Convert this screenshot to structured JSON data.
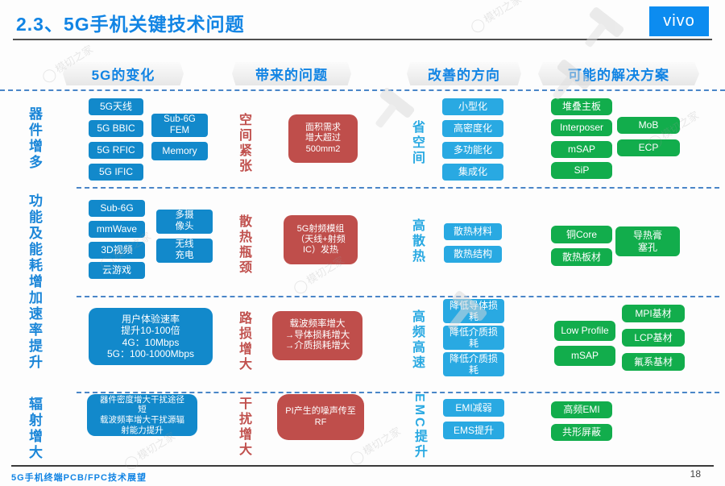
{
  "title": "2.3、5G手机关键技术问题",
  "logo_text": "vivo",
  "footer_text": "5G手机终端PCB/FPC技术展望",
  "page_number": "18",
  "watermark_text": "模切之家",
  "colors": {
    "accent_blue": "#1184e4",
    "box_blue": "#1289cb",
    "box_light_blue": "#29a9e2",
    "box_green": "#12ad4c",
    "box_red": "#bf4e4b",
    "label_red": "#c0504d"
  },
  "columns": [
    "5G的变化",
    "带来的问题",
    "改善的方向",
    "可能的解决方案"
  ],
  "rows": [
    {
      "side_label": "器件增多",
      "changes_col1": [
        "5G天线",
        "5G BBIC",
        "5G RFIC",
        "5G IFIC"
      ],
      "changes_col2": [
        "Sub-6G\nFEM",
        "Memory"
      ],
      "problem_label": "空间紧张",
      "problem_box": "面积需求\n增大超过\n500mm2",
      "direction_label": "省空间",
      "direction_boxes": [
        "小型化",
        "高密度化",
        "多功能化",
        "集成化"
      ],
      "solutions_col1": [
        "堆叠主板",
        "Interposer",
        "mSAP",
        "SiP"
      ],
      "solutions_col2": [
        "MoB",
        "ECP"
      ]
    },
    {
      "side_label": "功能及能耗增加",
      "changes_col1": [
        "Sub-6G",
        "mmWave",
        "3D视频",
        "云游戏"
      ],
      "changes_col2": [
        "多摄\n像头",
        "无线\n充电"
      ],
      "problem_label": "散热瓶颈",
      "problem_box": "5G射频模组\n（天线+射频\nIC）发热",
      "direction_label": "高散热",
      "direction_boxes": [
        "散热材料",
        "散热结构"
      ],
      "solutions_col1": [
        "铜Core",
        "散热板材"
      ],
      "solutions_col2": [
        "导热膏\n塞孔"
      ]
    },
    {
      "side_label": "速率提升",
      "changes_big": "用户体验速率\n提升10-100倍\n4G：10Mbps\n5G：100-1000Mbps",
      "problem_label": "路损增大",
      "problem_box": "载波频率增大\n→导体损耗增大\n→介质损耗增大",
      "direction_label": "高频高速",
      "direction_boxes": [
        "降低导体损\n耗",
        "降低介质损\n耗",
        "降低介质损\n耗"
      ],
      "solutions_col1": [
        "Low Profile",
        "mSAP"
      ],
      "solutions_col2": [
        "MPI基材",
        "LCP基材",
        "氟系基材"
      ]
    },
    {
      "side_label": "辐射增大",
      "changes_big": "器件密度增大干扰途径\n短\n载波频率增大干扰源辐\n射能力提升",
      "problem_label": "干扰增大",
      "problem_box": "PI产生的噪声传至\nRF",
      "direction_label": "EMC提升",
      "direction_boxes": [
        "EMI减弱",
        "EMS提升"
      ],
      "solutions_col1": [
        "高频EMI",
        "共形屏蔽"
      ],
      "solutions_col2": []
    }
  ]
}
